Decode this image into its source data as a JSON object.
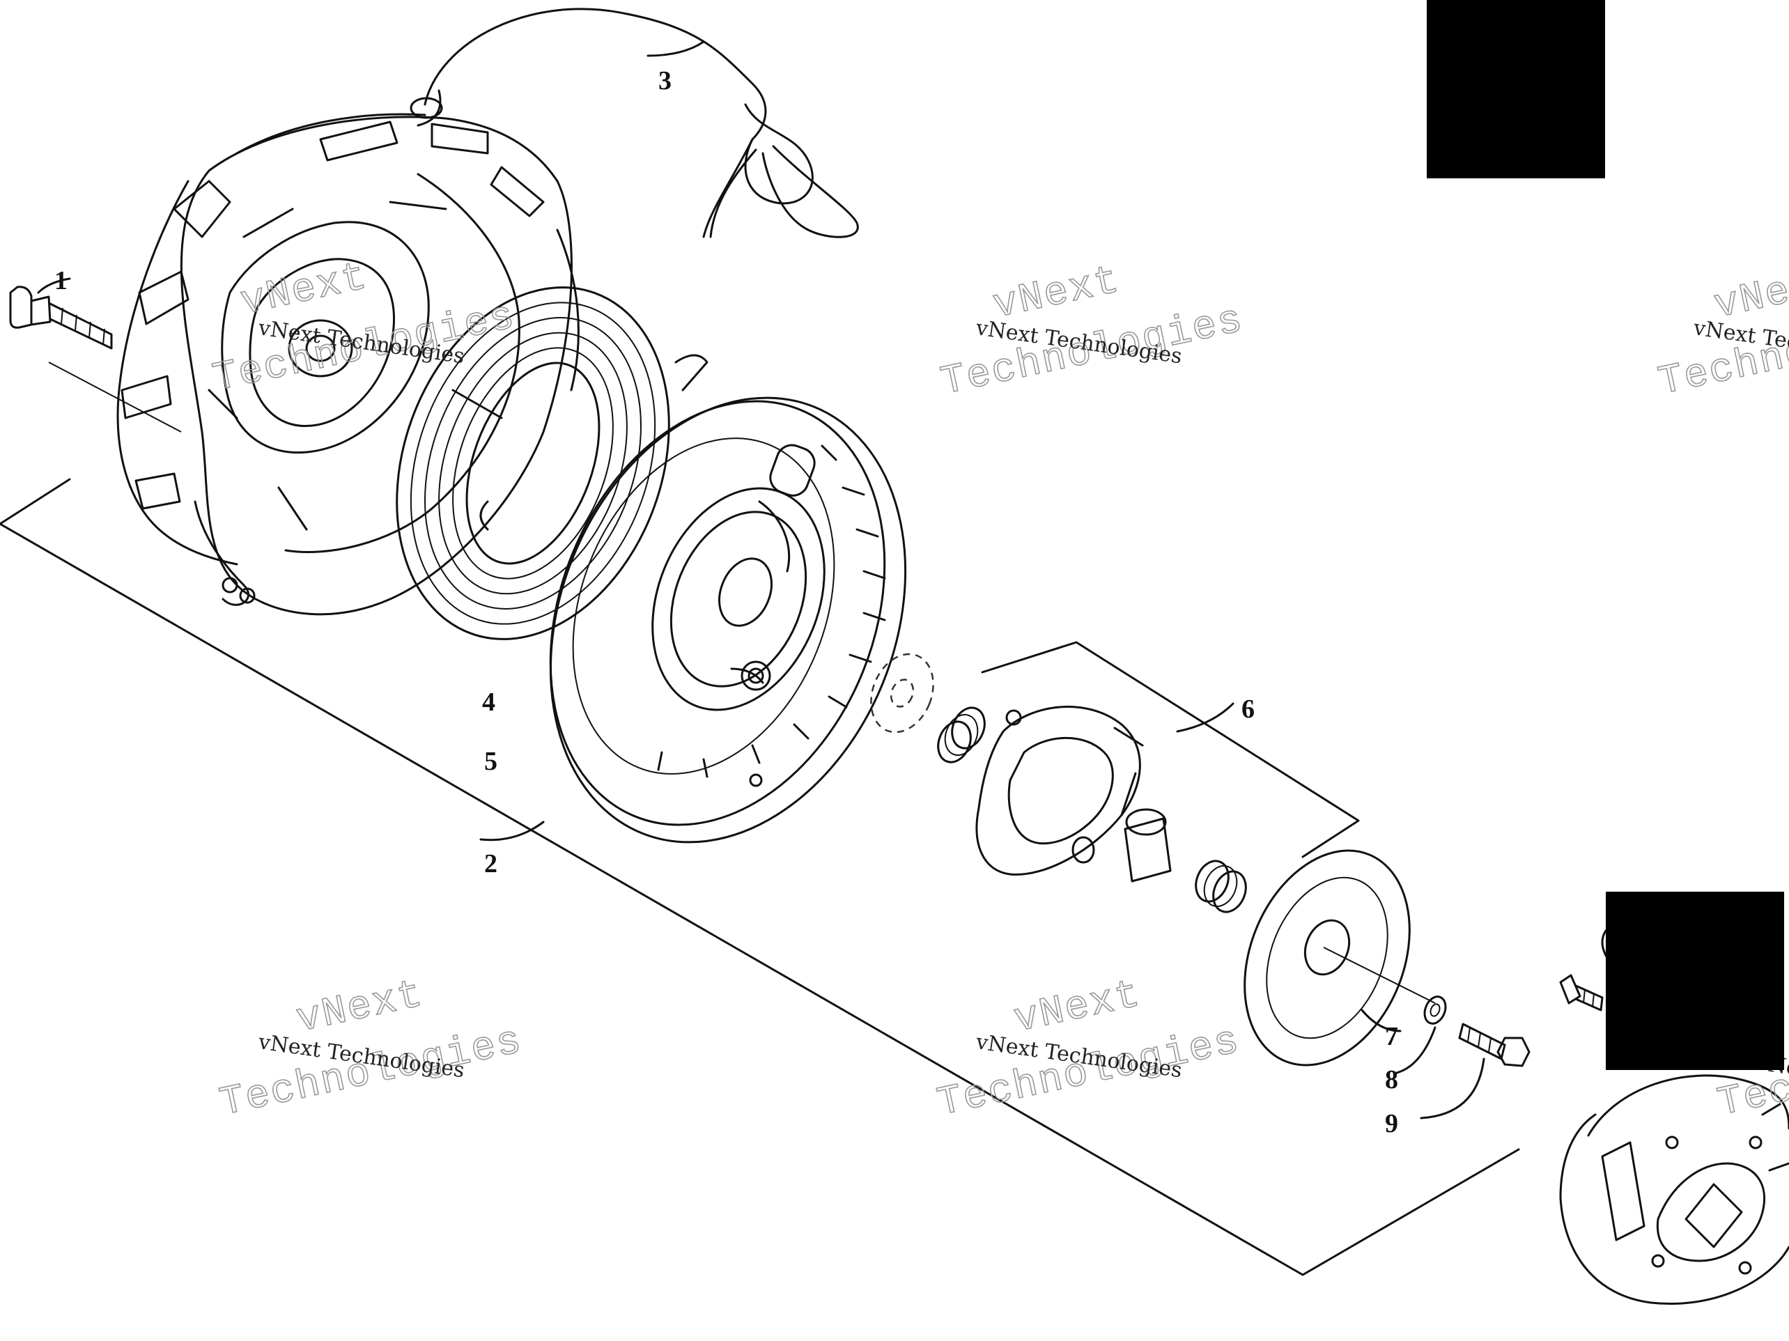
{
  "callouts": [
    {
      "id": "1",
      "label": "1"
    },
    {
      "id": "2",
      "label": "2"
    },
    {
      "id": "3",
      "label": "3"
    },
    {
      "id": "4",
      "label": "4"
    },
    {
      "id": "5",
      "label": "5"
    },
    {
      "id": "6",
      "label": "6"
    },
    {
      "id": "7",
      "label": "7"
    },
    {
      "id": "8",
      "label": "8"
    },
    {
      "id": "9",
      "label": "9"
    }
  ],
  "watermark": {
    "company": "vNext Technologies",
    "line1": "vNext",
    "line2": "Technologies"
  },
  "colors": {
    "line": "#111111",
    "background": "#ffffff",
    "redaction": "#000000",
    "watermark_outline": "#999999"
  }
}
